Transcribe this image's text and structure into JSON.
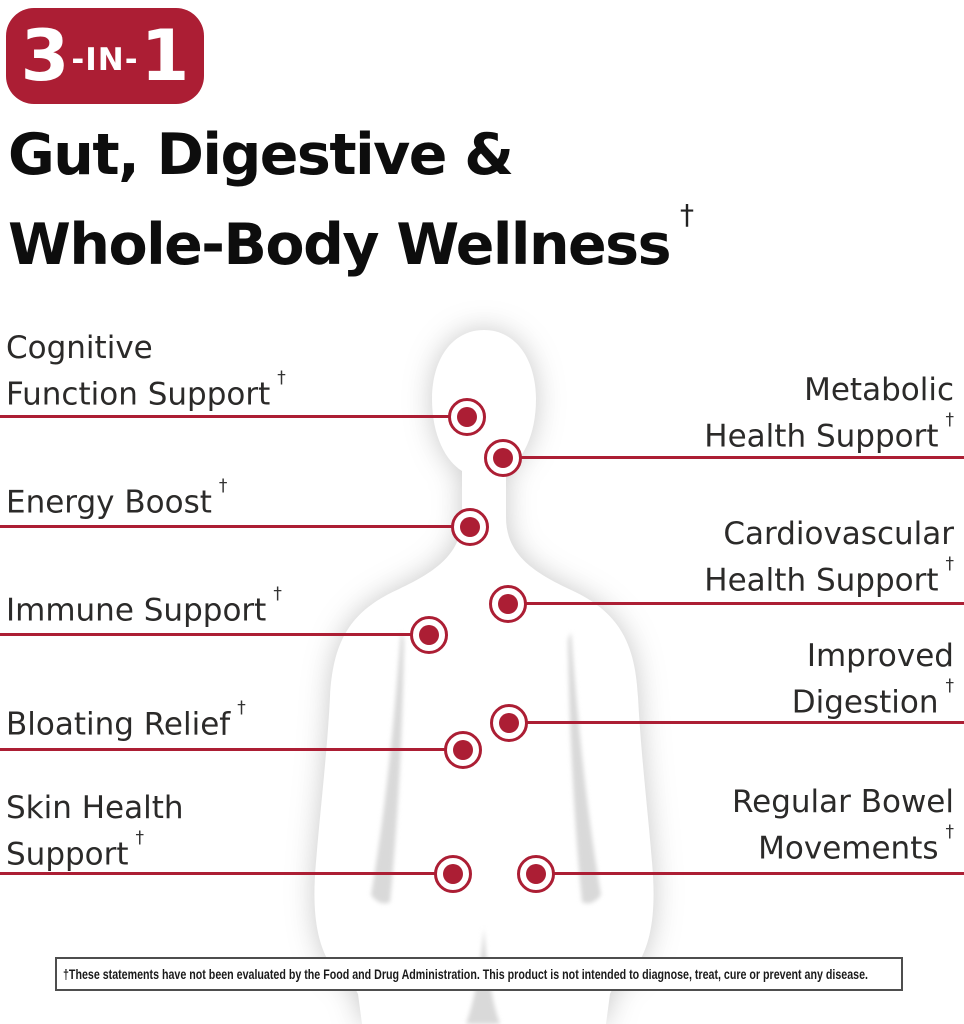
{
  "colors": {
    "accent_red": "#AC1E34",
    "text_dark": "#2B2A29",
    "title_black": "#0D0D0D"
  },
  "badge": {
    "big_left": "3",
    "small": "-IN-",
    "big_right": "1"
  },
  "title": {
    "line1": "Gut, Digestive &",
    "line2": "Whole-Body Wellness",
    "dagger": "†"
  },
  "callouts": {
    "left": [
      {
        "line1": "Cognitive",
        "line2": "Function Support",
        "dagger": "†"
      },
      {
        "line1": "Energy Boost",
        "dagger": "†"
      },
      {
        "line1": "Immune Support",
        "dagger": "†"
      },
      {
        "line1": "Bloating Relief",
        "dagger": "†"
      },
      {
        "line1": "Skin Health",
        "line2": "Support",
        "dagger": "†"
      }
    ],
    "right": [
      {
        "line1": "Metabolic",
        "line2": "Health Support",
        "dagger": "†"
      },
      {
        "line1": "Cardiovascular",
        "line2": "Health Support",
        "dagger": "†"
      },
      {
        "line1": "Improved",
        "line2": "Digestion",
        "dagger": "†"
      },
      {
        "line1": "Regular Bowel",
        "line2": "Movements",
        "dagger": "†"
      }
    ]
  },
  "disclaimer": {
    "text": "†These statements have not been evaluated by the Food and Drug Administration. This product is not intended to diagnose, treat, cure or prevent any disease."
  }
}
